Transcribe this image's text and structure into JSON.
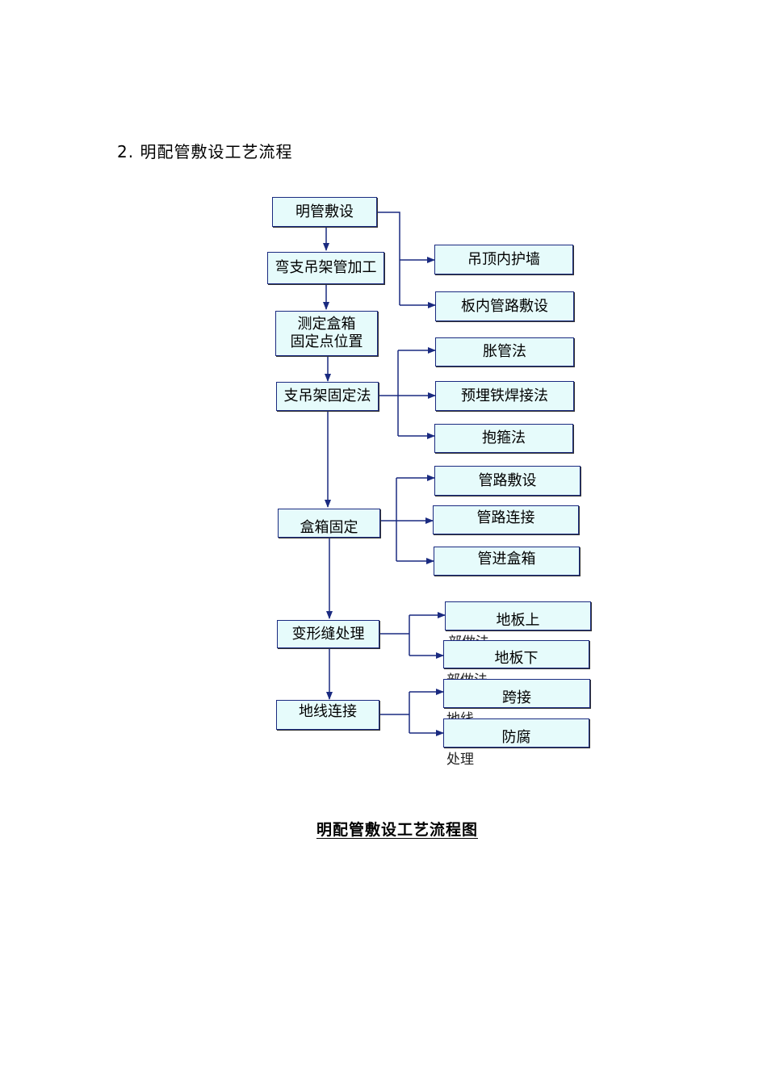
{
  "heading": "2. 明配管敷设工艺流程",
  "main_steps": {
    "s1": "明管敷设",
    "s2": "弯支吊架管加工",
    "s3_line1": "测定盒箱",
    "s3_line2": "固定点位置",
    "s4": "支吊架固定法",
    "s5": "盒箱固定",
    "s6": "变形缝处理",
    "s7": "地线连接"
  },
  "branches": {
    "b1": "吊顶内护墙",
    "b2": "板内管路敷设",
    "b3": "胀管法",
    "b4": "预埋铁焊接法",
    "b5": "抱箍法",
    "b6": "管路敷设",
    "b7": "管路连接",
    "b8": "管进盒箱",
    "b9_in": "地板上",
    "b9_out": "部做法",
    "b10_in": "地板下",
    "b10_out": "部做法",
    "b11_in": "跨接",
    "b11_out": "地线",
    "b12_in": "防腐",
    "b12_out": "处理"
  },
  "caption": "明配管敷设工艺流程图",
  "colors": {
    "line": "#1a2a80",
    "box_fill": "#e6fbfb"
  }
}
